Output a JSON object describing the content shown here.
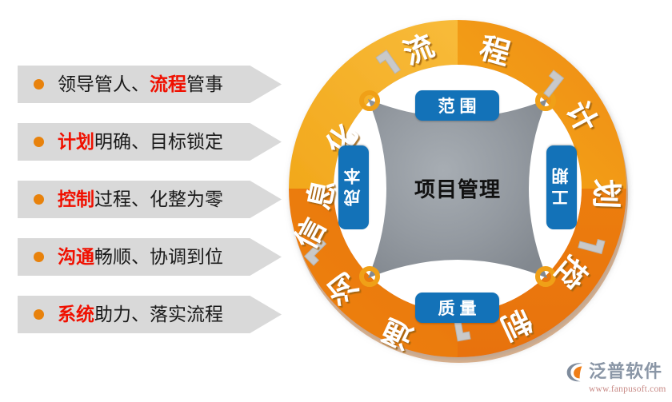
{
  "list": {
    "items": [
      {
        "plain_a": "领导管人、",
        "highlight": "流程",
        "plain_b": "管事",
        "bullet_color": "#e8820c"
      },
      {
        "plain_a": "",
        "highlight": "计划",
        "plain_b": "明确、目标锁定",
        "bullet_color": "#e8820c"
      },
      {
        "plain_a": "",
        "highlight": "控制",
        "plain_b": "过程、化整为零",
        "bullet_color": "#e8820c"
      },
      {
        "plain_a": "",
        "highlight": "沟通",
        "plain_b": "畅顺、协调到位",
        "bullet_color": "#e8820c"
      },
      {
        "plain_a": "",
        "highlight": "系统",
        "plain_b": "助力、落实流程",
        "bullet_color": "#e8820c"
      }
    ],
    "bar_color": "#d9d9d9",
    "highlight_color": "#f01000",
    "text_color": "#1a1a1a"
  },
  "wheel": {
    "ring_outer_label_top": "流",
    "ring_labels": [
      "信",
      "息",
      "化",
      "流",
      "程",
      "计",
      "划",
      "控",
      "制",
      "沟",
      "通"
    ],
    "ring_segments": [
      {
        "name": "information",
        "chars": "信息化",
        "color": "#f0a017"
      },
      {
        "name": "process",
        "chars": "流程",
        "color": "#f09015"
      },
      {
        "name": "plan",
        "chars": "计划",
        "color": "#ec7d10"
      },
      {
        "name": "control",
        "chars": "控制",
        "color": "#e8720e"
      },
      {
        "name": "communication",
        "chars": "沟通",
        "color": "#ea7a10"
      }
    ],
    "ring_color_light": "#f5ad20",
    "ring_color_dark": "#e2690c",
    "ring_text_color": "#ffffff",
    "connector_color": "#f0a017",
    "center_badges": {
      "top": "范围",
      "bottom": "质量",
      "left": "成本",
      "right": "工期",
      "badge_color": "#1372b8",
      "badge_text_color": "#ffffff"
    },
    "center_label": "项目管理",
    "center_shape_color": "#8d939a",
    "center_label_color": "#111111"
  },
  "logo": {
    "brand": "泛普软件",
    "url": "www.fanpusoft.com",
    "brand_color": "#8a96a6",
    "url_color": "#c88a86",
    "mark_icon": "fanpu-c-mark-icon",
    "mark_gray": "#7e8b9c",
    "mark_orange": "#ef7e18"
  }
}
